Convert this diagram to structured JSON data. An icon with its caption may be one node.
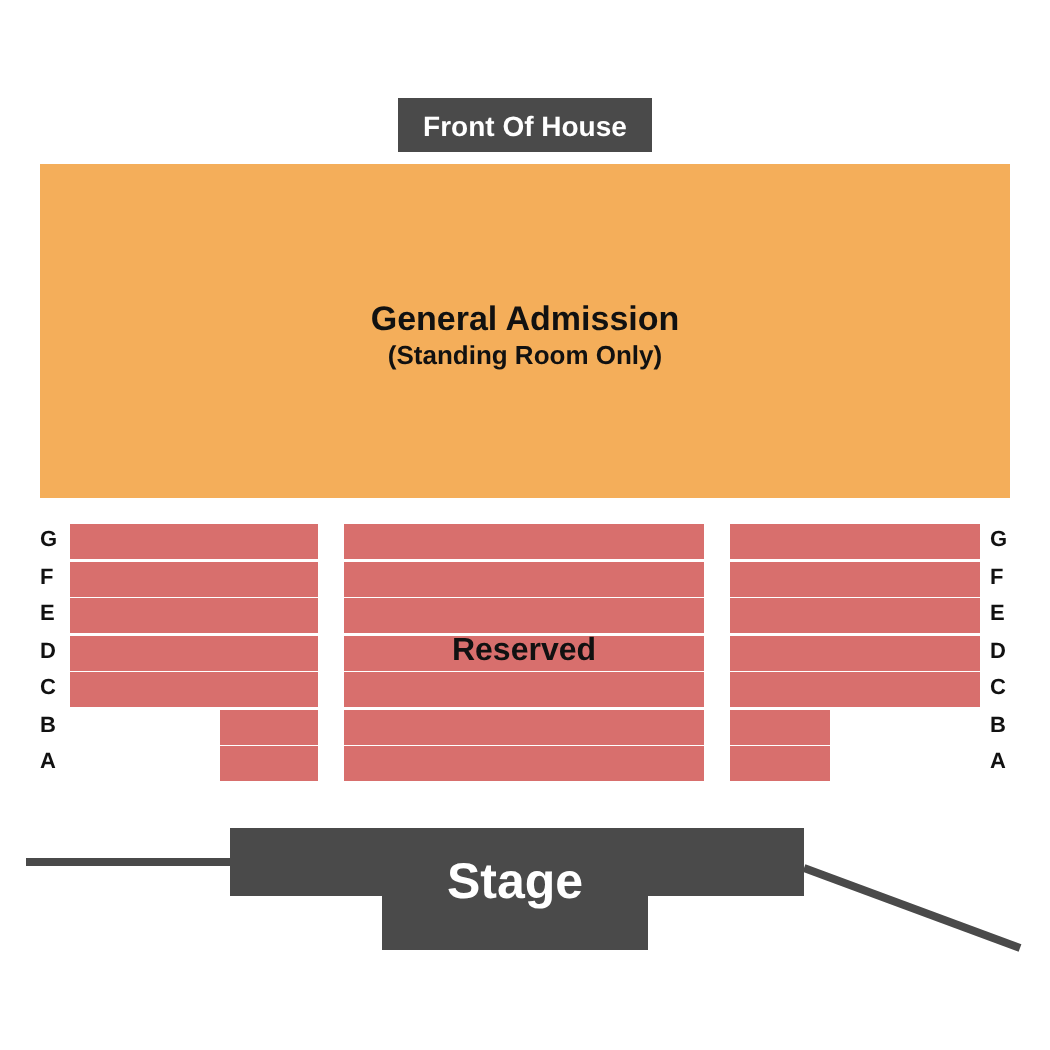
{
  "diagram": {
    "nodes": [
      {
        "text": [
          "Front Of House"
        ]
      },
      {
        "text": [
          "General Admission",
          "(Standing Room Only)"
        ]
      },
      {
        "text": [],
        "shape": "box",
        "beside": [
          "G",
          "F",
          "E",
          "D",
          "C",
          "B",
          "A"
        ]
      },
      {
        "text": [
          "Reserved"
        ]
      },
      {
        "text": [],
        "shape": "box",
        "beside": [
          "G",
          "F",
          "E",
          "D",
          "C",
          "B",
          "A"
        ]
      },
      {
        "text": [
          "Stage"
        ]
      }
    ],
    "edges": []
  }
}
